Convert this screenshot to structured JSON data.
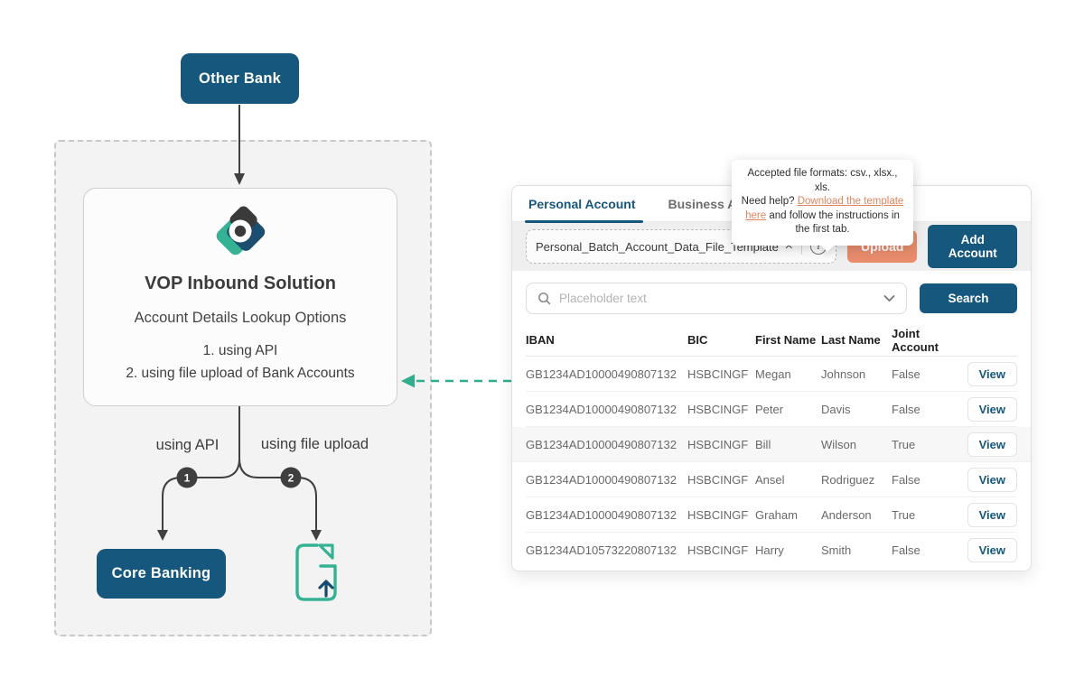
{
  "diagram": {
    "other_bank_label": "Other Bank",
    "vop_box": {
      "title": "VOP Inbound Solution",
      "subtitle": "Account Details Lookup Options",
      "options": [
        "1. using API",
        "2. using file upload of Bank Accounts"
      ]
    },
    "branches": {
      "left_label": "using API",
      "right_label": "using file upload",
      "left_number": "1",
      "right_number": "2"
    },
    "core_banking_label": "Core Banking"
  },
  "panel": {
    "tabs": [
      {
        "label": "Personal Account",
        "active": true
      },
      {
        "label": "Business Account",
        "active": false
      }
    ],
    "upload_bar": {
      "filename": "Personal_Batch_Account_Data_File_Template.csv",
      "clear_icon": "×",
      "help_icon": "?",
      "upload_label": "Upload",
      "add_account_label": "Add Account"
    },
    "tooltip": {
      "line1": "Accepted file formats: csv., xlsx., xls.",
      "text_before": "Need help? ",
      "link_text": "Download the template here",
      "text_after": " and follow the instructions in the first tab."
    },
    "search": {
      "placeholder": "Placeholder text",
      "button_label": "Search"
    },
    "table": {
      "columns": [
        "IBAN",
        "BIC",
        "First Name",
        "Last Name",
        "Joint Account"
      ],
      "action_label": "View",
      "rows": [
        {
          "iban": "GB1234AD10000490807132",
          "bic": "HSBCINGF",
          "first": "Megan",
          "last": "Johnson",
          "joint": "False",
          "shaded": false
        },
        {
          "iban": "GB1234AD10000490807132",
          "bic": "HSBCINGF",
          "first": "Peter",
          "last": "Davis",
          "joint": "False",
          "shaded": false
        },
        {
          "iban": "GB1234AD10000490807132",
          "bic": "HSBCINGF",
          "first": "Bill",
          "last": "Wilson",
          "joint": "True",
          "shaded": true
        },
        {
          "iban": "GB1234AD10000490807132",
          "bic": "HSBCINGF",
          "first": "Ansel",
          "last": "Rodriguez",
          "joint": "False",
          "shaded": false
        },
        {
          "iban": "GB1234AD10000490807132",
          "bic": "HSBCINGF",
          "first": "Graham",
          "last": "Anderson",
          "joint": "True",
          "shaded": false
        },
        {
          "iban": "GB1234AD10573220807132",
          "bic": "HSBCINGF",
          "first": "Harry",
          "last": "Smith",
          "joint": "False",
          "shaded": false
        }
      ]
    }
  },
  "colors": {
    "navy": "#15577d",
    "orange": "#e88c6c",
    "link_orange": "#e0855f",
    "teal": "#2fad8c",
    "charcoal": "#3f3f3f"
  }
}
